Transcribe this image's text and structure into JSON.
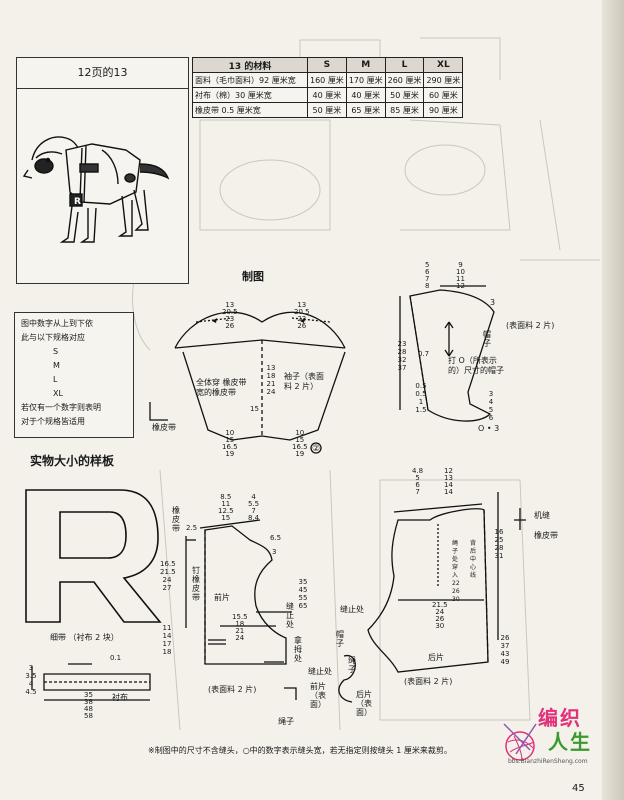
{
  "header": {
    "title": "12页的13"
  },
  "materials": {
    "title": "13 的材料",
    "sizes": [
      "S",
      "M",
      "L",
      "XL"
    ],
    "rows": [
      {
        "item": "面料（毛巾面料）92 厘米宽",
        "values": [
          "160 厘米",
          "170 厘米",
          "260 厘米",
          "290 厘米"
        ]
      },
      {
        "item": "衬布（棉）30 厘米宽",
        "values": [
          "40 厘米",
          "40 厘米",
          "50 厘米",
          "60 厘米"
        ]
      },
      {
        "item": "橡皮带 0.5 厘米宽",
        "values": [
          "50 厘米",
          "65 厘米",
          "85 厘米",
          "90 厘米"
        ]
      }
    ]
  },
  "diagram_title": "制图",
  "size_note": {
    "line1": "图中数字从上到下依",
    "line2": "此与以下规格对应",
    "sizes": [
      "S",
      "M",
      "L",
      "XL"
    ],
    "line3": "若仅有一个数字则表明",
    "line4": "对于个规格皆适用"
  },
  "actual_size_title": "实物大小的样板",
  "hood": {
    "top_nums": "13\n20.5\n23\n26",
    "top_nums_r": "13\n20.5\n23\n26",
    "left_label": "全体穿 橡皮带 宽的橡皮带",
    "right_label": "袖子（表面料 2 片）",
    "bottom_nums": "10\n15\n16.5\n19",
    "bottom_nums_r": "10\n15\n16.5\n19",
    "marker": "②",
    "side_nums": "13\n18\n21\n24",
    "band_label": "橡皮带",
    "mid": "15"
  },
  "collar": {
    "top_nums": "5\n6\n7\n8",
    "top_nums2": "9\n10\n11\n12",
    "label": "(表面料 2 片)",
    "inner": "打 O（所表示的）尺寸的帽子",
    "bottom": "O • 3",
    "side_nums": "23\n28\n32\n37",
    "hat": "帽子",
    "small_nums": "0.5\n0.5\n1\n1.5",
    "r_nums": "3\n4\n5\n6",
    "mark3": "3",
    "mark07": "0.7"
  },
  "front": {
    "label": "前片",
    "fabric": "(表面料 2 片)",
    "band": "橡皮带",
    "sleeve": "钉橡皮带",
    "top_nums": "8.5\n11\n12.5\n15",
    "top_nums2": "4\n5.5\n7\n8.4",
    "left_nums": "16.5\n21.5\n24\n27",
    "mid_nums": "35\n45\n55\n65",
    "bot_nums": "11\n14\n17\n18",
    "inner_nums": "15.5\n18\n21\n24",
    "mark1": "2.5",
    "mark2": "3",
    "notch": "拿拇处",
    "gusset": "缝止处",
    "cuff": "绳子",
    "mid": "6.5"
  },
  "back": {
    "label": "后片",
    "fabric": "(表面料 2 片)",
    "machine": "机缝",
    "band": "橡皮带",
    "top_nums": "4.8\n5\n6\n7",
    "top_nums2": "12\n13\n14\n14",
    "right_nums": "16\n25\n28\n31",
    "mid_nums": "21.5\n24\n26\n30",
    "lower_nums": "26\n37\n43\n49",
    "stop": "缝止处",
    "hat_label": "帽子",
    "cord": "绳子",
    "stop2": "缝止处",
    "back_outer": "后片（表面）",
    "front_outer": "前片（表面）",
    "inner_v": "绳子处穿入 22 26 30",
    "side_label": "背后中心线"
  },
  "strap": {
    "label": "细带 （衬布 2 块）",
    "lining": "衬布",
    "nums_left": "3\n3.5\n4\n4.5",
    "nums_bottom": "35\n38\n48\n58",
    "top_num": "0.1"
  },
  "letter": "R",
  "footnote": "※制图中的尺寸不含缝头，○中的数字表示缝头宽，若无指定则按缝头 1 厘米来裁剪。",
  "logo": {
    "line1": "编织",
    "line2": "人生",
    "url": "bbs.BianzhiRenSheng.com"
  },
  "page_number": "45"
}
